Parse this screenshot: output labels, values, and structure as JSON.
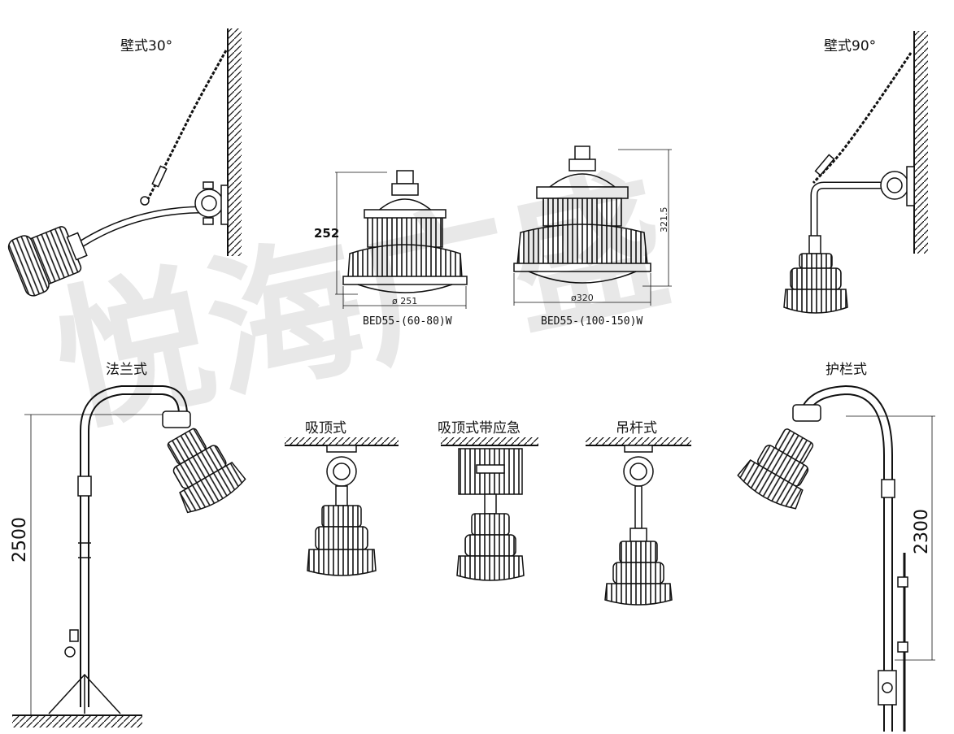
{
  "mount_styles": {
    "wall_30": "壁式30°",
    "wall_90": "壁式90°",
    "flange": "法兰式",
    "guardrail": "护栏式",
    "ceiling": "吸顶式",
    "ceiling_emergency": "吸顶式带应急",
    "pendant_rod": "吊杆式"
  },
  "models": {
    "small": "BED55-(60-80)W",
    "large": "BED55-(100-150)W"
  },
  "dimensions": {
    "small_height": "252",
    "small_diameter": "ø 251",
    "large_height": "321.5",
    "large_diameter": "ø320",
    "flange_height": "2500",
    "guardrail_height": "2300"
  },
  "watermark": "悦海广盛",
  "colors": {
    "line": "#111111",
    "watermark": "#000000"
  }
}
